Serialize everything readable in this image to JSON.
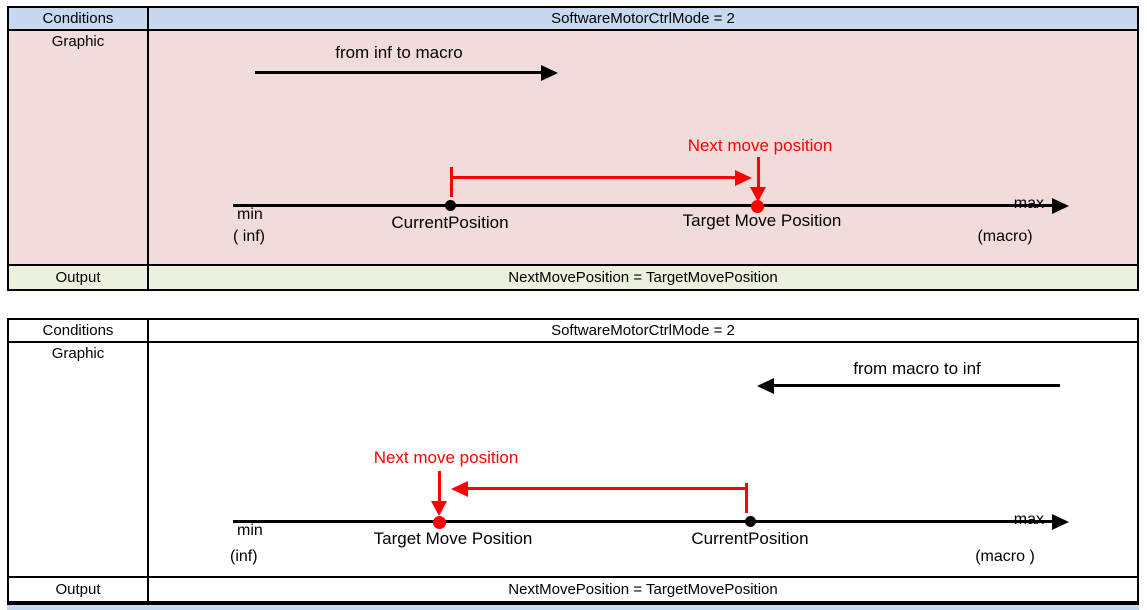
{
  "colors": {
    "header_blue": "#c6d9f0",
    "graphic_pink": "#f2dcdb",
    "output_green": "#ebf1de",
    "accent_red": "#fe0000",
    "line_black": "#000000"
  },
  "table1": {
    "conditions_label": "Conditions",
    "conditions_value": "SoftwareMotorCtrlMode = 2",
    "graphic_label": "Graphic",
    "output_label": "Output",
    "output_value": "NextMovePosition = TargetMovePosition",
    "diagram": {
      "direction_text": "from inf to macro",
      "next_move_text": "Next move position",
      "min_label": "min",
      "min_sub": "( inf)",
      "max_label": "max",
      "max_sub": "(macro)",
      "current_label": "CurrentPosition",
      "target_label": "Target Move Position"
    }
  },
  "table2": {
    "conditions_label": "Conditions",
    "conditions_value": "SoftwareMotorCtrlMode = 2",
    "graphic_label": "Graphic",
    "output_label": "Output",
    "output_value": "NextMovePosition = TargetMovePosition",
    "diagram": {
      "direction_text": "from macro to inf",
      "next_move_text": "Next move position",
      "min_label": "min",
      "min_sub": "(inf)",
      "max_label": "max",
      "max_sub": "(macro )",
      "current_label": "CurrentPosition",
      "target_label": "Target Move Position"
    }
  }
}
